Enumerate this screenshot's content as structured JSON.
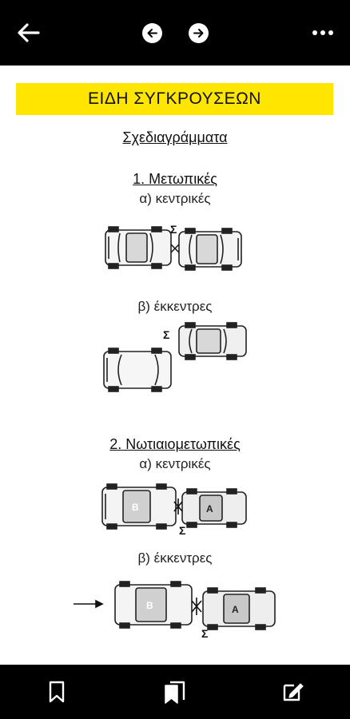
{
  "header": {
    "back_icon": "arrow-left-icon",
    "prev_icon": "circle-arrow-left-icon",
    "next_icon": "circle-arrow-right-icon",
    "more_icon": "more-dots-icon"
  },
  "page": {
    "title": "ΕΙΔΗ ΣΥΓΚΡΟΥΣΕΩΝ",
    "subtitle": "Σχεδιαγράμματα",
    "sections": [
      {
        "heading": "1. Μετωπικές",
        "cases": [
          {
            "label": "α) κεντρικές",
            "mark": "Σ"
          },
          {
            "label": "β) έκκεντρες",
            "mark": "Σ"
          }
        ]
      },
      {
        "heading": "2. Νωτιαιομετωπικές",
        "cases": [
          {
            "label": "α) κεντρικές",
            "mark": "Σ",
            "car_b": "Β",
            "car_a": "Α"
          },
          {
            "label": "β) έκκεντρες",
            "mark": "Σ",
            "car_b": "Β",
            "car_a": "Α"
          }
        ]
      }
    ]
  },
  "footer": {
    "bookmark_icon": "bookmark-icon",
    "bookmarks_icon": "bookmarks-icon",
    "note_icon": "edit-note-icon"
  },
  "colors": {
    "banner": "#ffe600",
    "bars": "#000000"
  }
}
